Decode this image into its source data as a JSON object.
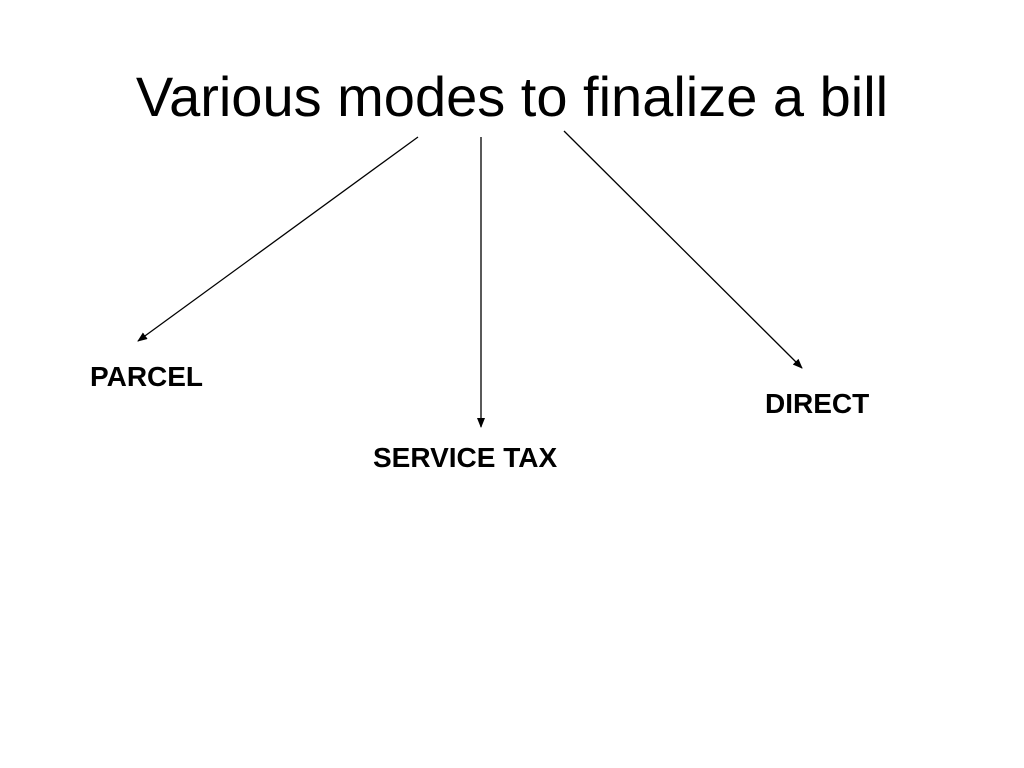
{
  "slide": {
    "title": "Various modes to finalize a bill",
    "nodes": [
      {
        "label": "PARCEL"
      },
      {
        "label": "SERVICE TAX"
      },
      {
        "label": "DIRECT"
      }
    ]
  }
}
